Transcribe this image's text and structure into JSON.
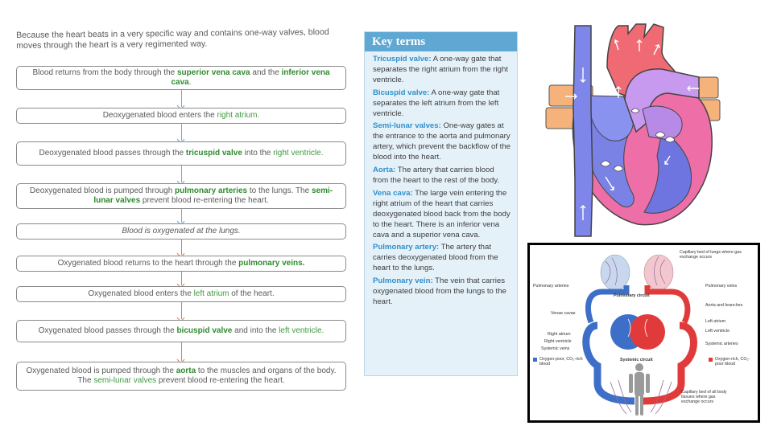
{
  "intro": "Because the heart beats in a very specific way and contains one-way valves, blood moves through the heart is a very regimented way.",
  "flow_steps": [
    {
      "parts": [
        [
          "Blood returns from the body through the ",
          ""
        ],
        [
          "superior vena cava",
          "hl"
        ],
        [
          " and the ",
          ""
        ],
        [
          "inferior vena cava",
          "hl"
        ],
        [
          ".",
          ""
        ]
      ]
    },
    {
      "parts": [
        [
          "Deoxygenated blood enters the ",
          ""
        ],
        [
          "right atrium.",
          "hl-soft"
        ]
      ]
    },
    {
      "parts": [
        [
          "Deoxygenated blood passes through the ",
          ""
        ],
        [
          "tricuspid valve",
          "hl"
        ],
        [
          " into the ",
          ""
        ],
        [
          "right ventricle.",
          "hl-soft"
        ]
      ]
    },
    {
      "parts": [
        [
          "Deoxygenated blood is pumped through ",
          ""
        ],
        [
          "pulmonary arteries",
          "hl"
        ],
        [
          " to the lungs. The ",
          ""
        ],
        [
          "semi-lunar valves",
          "hl"
        ],
        [
          " prevent blood re-entering the heart.",
          ""
        ]
      ]
    },
    {
      "parts": [
        [
          "Blood is oxygenated at the lungs.",
          "em"
        ]
      ]
    },
    {
      "parts": [
        [
          "Oxygenated blood returns to the heart through the ",
          ""
        ],
        [
          "pulmonary veins.",
          "hl"
        ]
      ]
    },
    {
      "parts": [
        [
          "Oxygenated blood enters the ",
          ""
        ],
        [
          "left atrium",
          "hl-soft"
        ],
        [
          " of the heart.",
          ""
        ]
      ]
    },
    {
      "parts": [
        [
          "Oxygenated blood passes through the ",
          ""
        ],
        [
          "bicuspid valve",
          "hl"
        ],
        [
          " and into the ",
          ""
        ],
        [
          "left ventricle.",
          "hl-soft"
        ]
      ]
    },
    {
      "parts": [
        [
          "Oxygenated blood is pumped through the ",
          ""
        ],
        [
          "aorta",
          "hl"
        ],
        [
          " to the muscles and organs of the body. The ",
          ""
        ],
        [
          "semi-lunar valves",
          "hl-soft"
        ],
        [
          " prevent blood re-entering the heart.",
          ""
        ]
      ]
    }
  ],
  "key_terms": {
    "title": "Key terms",
    "items": [
      {
        "term": "Tricuspid valve:",
        "def": " A one-way gate that separates the right atrium from the right ventricle."
      },
      {
        "term": "Bicuspid valve:",
        "def": " A one-way gate that separates the left atrium from the left ventricle."
      },
      {
        "term": "Semi-lunar valves:",
        "def": " One-way gates at the entrance to the aorta and pulmonary artery, which prevent the backflow of the blood into the heart."
      },
      {
        "term": "Aorta:",
        "def": " The artery that carries blood from the heart to the rest of the body."
      },
      {
        "term": "Vena cava:",
        "def": " The large vein entering the right atrium of the heart that carries deoxygenated blood back from the body to the heart. There is an inferior vena cava and a superior vena cava."
      },
      {
        "term": "Pulmonary artery:",
        "def": " The artery that carries deoxygenated blood from the heart to the lungs."
      },
      {
        "term": "Pulmonary vein:",
        "def": " The vein that carries oxygenated blood from the lungs to the heart."
      }
    ]
  },
  "circulation": {
    "pulmonary_circuit": "Pulmonary circuit",
    "systemic_circuit": "Systemic circuit",
    "capillary_lungs": "Capillary bed of lungs where gas exchange occurs",
    "capillary_body": "Capillary bed of all body tissues where gas exchange occurs",
    "pulmonary_arteries": "Pulmonary arteries",
    "pulmonary_veins": "Pulmonary veins",
    "aorta_branches": "Aorta and branches",
    "vena_cavae": "Venae cavae",
    "left_atrium": "Left atrium",
    "left_ventricle": "Left ventricle",
    "right_atrium": "Right atrium",
    "right_ventricle": "Right ventricle",
    "systemic_veins": "Systemic veins",
    "systemic_arteries": "Systemic arteries",
    "legend_poor": "Oxygen-poor, CO₂-rich blood",
    "legend_rich": "Oxygen-rich, CO₂-poor blood"
  },
  "colors": {
    "step_highlight": "#2e8b2e",
    "key_terms_header": "#5fa8d3",
    "key_terms_bg": "#e5f1f9",
    "term_color": "#2f8fc9",
    "deoxygenated": "#4a78c4",
    "oxygenated": "#e33a3a"
  }
}
